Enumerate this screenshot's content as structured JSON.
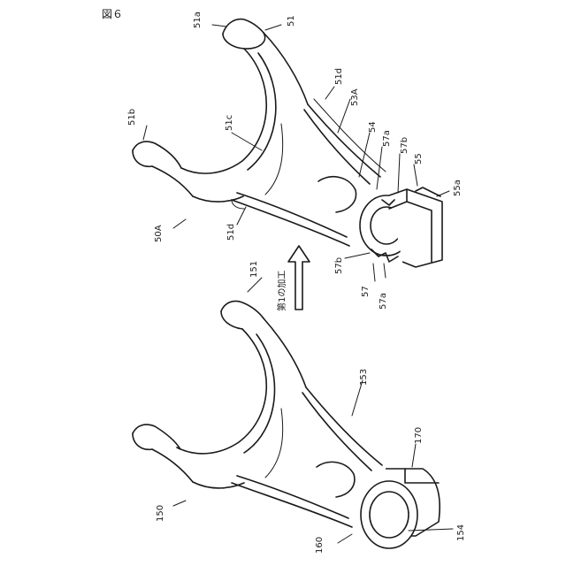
{
  "figure_title": "図６",
  "arrow_caption": "第1の加工",
  "labels": {
    "l51a": "51a",
    "l51": "51",
    "l51d_top": "51d",
    "l53A": "53A",
    "l51b": "51b",
    "l51c": "51c",
    "l54": "54",
    "l57a_top": "57a",
    "l57b_top": "57b",
    "l55": "55",
    "l55a": "55a",
    "l50A": "50A",
    "l51d_bot": "51d",
    "l57b_bot": "57b",
    "l57": "57",
    "l57a_bot": "57a",
    "l151": "151",
    "l153": "153",
    "l170": "170",
    "l150": "150",
    "l160": "160",
    "l154": "154"
  }
}
